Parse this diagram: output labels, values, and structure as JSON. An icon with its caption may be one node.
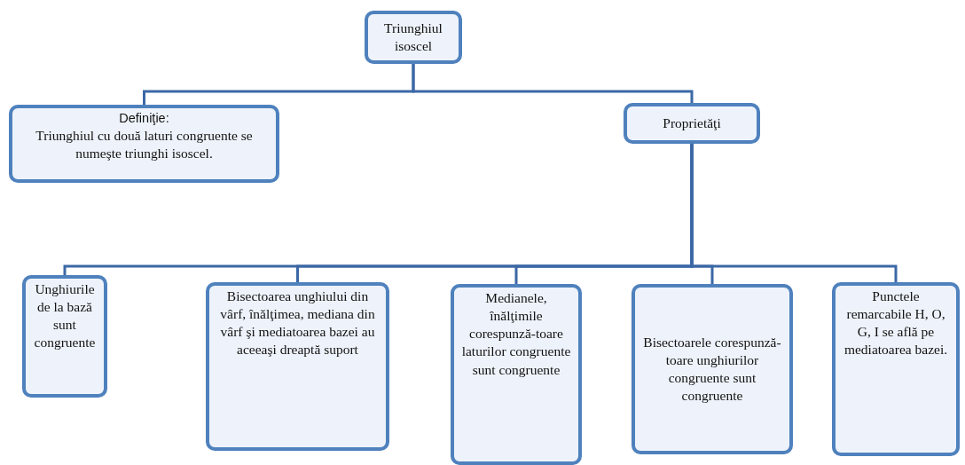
{
  "diagram": {
    "nodes": [
      {
        "text": [
          "Triunghiul isoscel"
        ]
      },
      {
        "text": [
          "Definiţie:",
          "Triunghiul cu două laturi congruente se numeşte triunghi isoscel."
        ]
      },
      {
        "text": [
          "Proprietăţi"
        ]
      },
      {
        "text": [
          "Unghiurile de la bază sunt congruente"
        ]
      },
      {
        "text": [
          "Bisectoarea unghiului din vârf, înălţimea, mediana din vârf şi mediatoarea bazei au aceeaşi dreaptă suport"
        ]
      },
      {
        "text": [
          "Medianele, înălţimile corespunză-toare laturilor congruente sunt congruente"
        ]
      },
      {
        "text": [
          "Bisectoarele corespunză-toare unghiurilor congruente sunt congruente"
        ]
      },
      {
        "text": [
          "Punctele remarcabile H, O, G, I se află pe mediatoarea bazei."
        ]
      }
    ],
    "edges": [
      {
        "from": 0,
        "to": 1,
        "arrow": "none"
      },
      {
        "from": 0,
        "to": 2,
        "arrow": "none"
      },
      {
        "from": 2,
        "to": 3,
        "arrow": "none"
      },
      {
        "from": 2,
        "to": 4,
        "arrow": "none"
      },
      {
        "from": 2,
        "to": 5,
        "arrow": "none"
      },
      {
        "from": 2,
        "to": 6,
        "arrow": "none"
      },
      {
        "from": 2,
        "to": 7,
        "arrow": "none"
      }
    ]
  }
}
